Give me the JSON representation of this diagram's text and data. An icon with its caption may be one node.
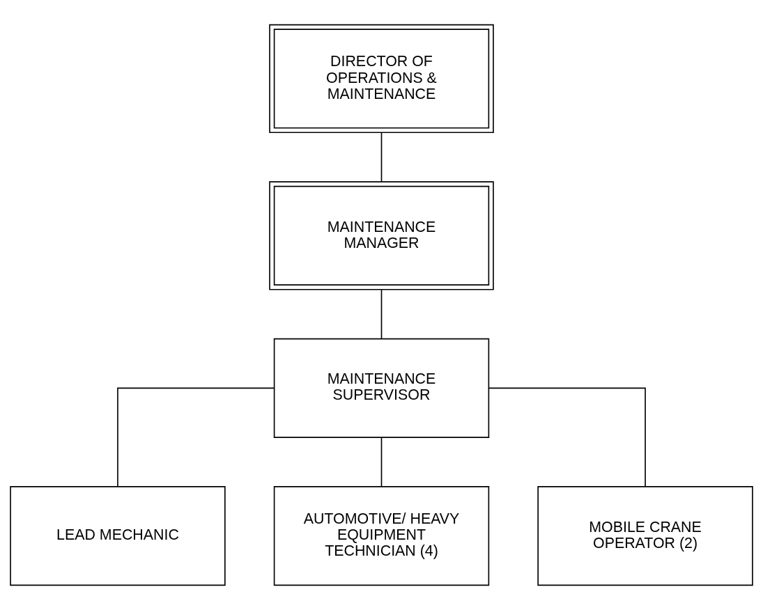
{
  "diagram": {
    "nodes": [
      {
        "text": [
          "DIRECTOR OF OPERATIONS & MAINTENANCE"
        ]
      },
      {
        "text": [
          "MAINTENANCE MANAGER"
        ]
      },
      {
        "text": [
          "MAINTENANCE SUPERVISOR"
        ]
      },
      {
        "text": [
          "LEAD MECHANIC"
        ]
      },
      {
        "text": [
          "AUTOMOTIVE/ HEAVY EQUIPMENT TECHNICIAN (4)"
        ]
      },
      {
        "text": [
          "MOBILE CRANE OPERATOR (2)"
        ]
      }
    ],
    "edges": [
      {
        "from": 0,
        "to": 1,
        "arrow": "none"
      },
      {
        "from": 1,
        "to": 2,
        "arrow": "none"
      },
      {
        "from": 2,
        "to": 3,
        "arrow": "none"
      },
      {
        "from": 2,
        "to": 4,
        "arrow": "none"
      },
      {
        "from": 2,
        "to": 5,
        "arrow": "none"
      }
    ]
  }
}
